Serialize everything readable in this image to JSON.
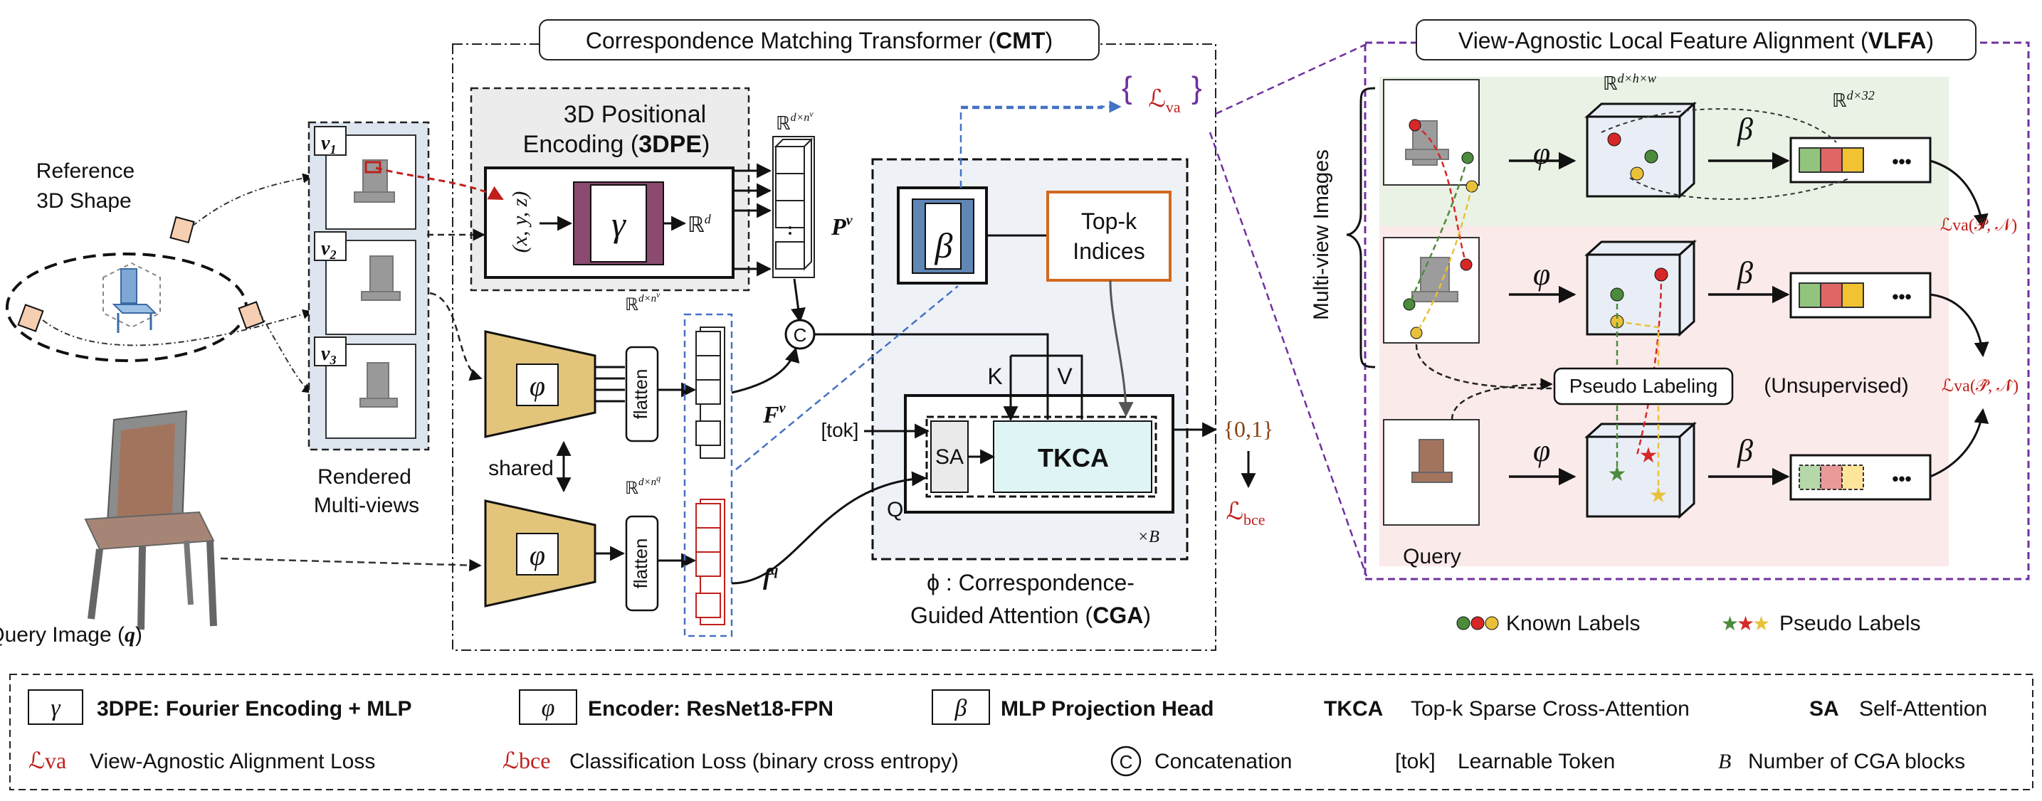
{
  "cmt": {
    "title_a": "Correspondence Matching Transformer (",
    "title_b": "CMT",
    "title_c": ")"
  },
  "vlfa": {
    "title_a": "View-Agnostic Local Feature Alignment (",
    "title_b": "VLFA",
    "title_c": ")"
  },
  "dpe": {
    "line1": "3D Positional",
    "line2_a": "Encoding (",
    "line2_b": "3DPE",
    "line2_c": ")",
    "xyz": "(x, y, z)",
    "gamma": "γ",
    "rd": "ℝ",
    "rd_sup": "d"
  },
  "left": {
    "ref_line1": "Reference",
    "ref_line2": "3D Shape",
    "rendered_line1": "Rendered",
    "rendered_line2": "Multi-views",
    "query_a": "Query Image (",
    "query_b": "q",
    "query_c": ")",
    "v1": "v",
    "v1s": "1",
    "v2": "v",
    "v2s": "2",
    "v3": "v",
    "v3s": "3"
  },
  "encoders": {
    "phi": "φ",
    "flatten": "flatten",
    "shared": "shared"
  },
  "feats": {
    "rdnv": "ℝ",
    "rdnv_sup": "d×n",
    "rdnv_sup2": "v",
    "rdnq_sup2": "q",
    "Pv": "P",
    "Pv_sup": "v",
    "Fv": "F",
    "Fv_sup": "v",
    "fq": "f",
    "fq_sup": "q"
  },
  "cga": {
    "beta": "β",
    "topk_1": "Top-k",
    "topk_2": "Indices",
    "K": "K",
    "V": "V",
    "Q": "Q",
    "tok": "[tok]",
    "SA": "SA",
    "TKCA": "TKCA",
    "xB": "×B",
    "concat": "C",
    "cap1": "ϕ : Correspondence-",
    "cap2_a": "Guided Attention (",
    "cap2_b": "CGA",
    "cap2_c": ")"
  },
  "outputs": {
    "Lva": "ℒ",
    "Lva_sub": "va",
    "out01": "{0,1}",
    "Lbce": "ℒ",
    "Lbce_sub": "bce"
  },
  "right": {
    "multi": "Multi-view Images",
    "rdhw": "ℝ",
    "rdhw_sup": "d×h×w",
    "rd32": "ℝ",
    "rd32_sup": "d×32",
    "phi": "φ",
    "beta": "β",
    "dots": "•••",
    "pseudo": "Pseudo Labeling",
    "unsup": "(Unsupervised)",
    "query": "Query",
    "lva_pn": "ℒva(𝒫, 𝒩)",
    "lva_pn_hat": "ℒva(𝒫̂, 𝒩̂)",
    "known": "Known Labels",
    "pseudo_labels": "Pseudo Labels"
  },
  "legend": {
    "r1": [
      {
        "sym": "γ",
        "text": "3DPE: Fourier Encoding + MLP"
      },
      {
        "sym": "φ",
        "text": "Encoder: ResNet18-FPN"
      },
      {
        "sym": "β",
        "text": "MLP Projection Head"
      },
      {
        "key": "TKCA",
        "text": "Top-k Sparse Cross-Attention"
      },
      {
        "key": "SA",
        "text": "Self-Attention"
      }
    ],
    "r2": [
      {
        "key": "ℒva",
        "text": "View-Agnostic Alignment Loss"
      },
      {
        "key": "ℒbce",
        "text": "Classification Loss (binary cross entropy)"
      },
      {
        "key": "C",
        "text": "Concatenation"
      },
      {
        "key": "[tok]",
        "text": "Learnable Token"
      },
      {
        "key": "B",
        "text": "Number of CGA blocks"
      }
    ]
  },
  "colors": {
    "gold": "#e2c57a",
    "purple": "#8b4a6f",
    "steel": "#5f86b5",
    "orange": "#d2691e",
    "cyan": "#dff4f4",
    "red": "#c0201c"
  }
}
